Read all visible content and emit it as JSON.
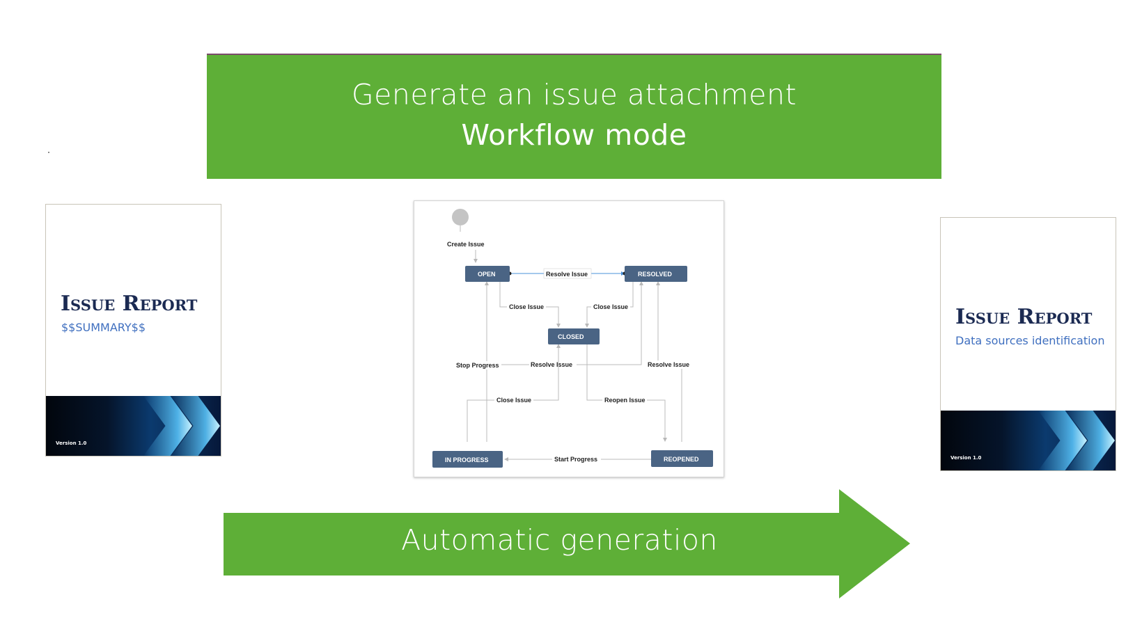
{
  "banner": {
    "line1": "Generate an issue attachment",
    "line2": "Workflow mode",
    "color": "#5eaf37"
  },
  "left_cover": {
    "title": "Issue Report",
    "subtitle": "$$SUMMARY$$",
    "version": "Version 1.0"
  },
  "right_cover": {
    "title": "Issue Report",
    "subtitle": "Data sources identification",
    "version": "Version 1.0"
  },
  "workflow": {
    "start_label": "Create Issue",
    "nodes": {
      "open": "OPEN",
      "resolved": "RESOLVED",
      "closed": "CLOSED",
      "in_progress": "IN PROGRESS",
      "reopened": "REOPENED"
    },
    "transitions": {
      "resolve_top": "Resolve Issue",
      "close_left": "Close Issue",
      "close_right": "Close Issue",
      "stop_progress": "Stop Progress",
      "resolve_mid": "Resolve Issue",
      "resolve_right": "Resolve Issue",
      "close_bottom": "Close Issue",
      "reopen": "Reopen Issue",
      "start_progress": "Start Progress"
    },
    "node_color": "#4a6484"
  },
  "arrow": {
    "label": "Automatic generation",
    "color": "#5eaf37"
  }
}
